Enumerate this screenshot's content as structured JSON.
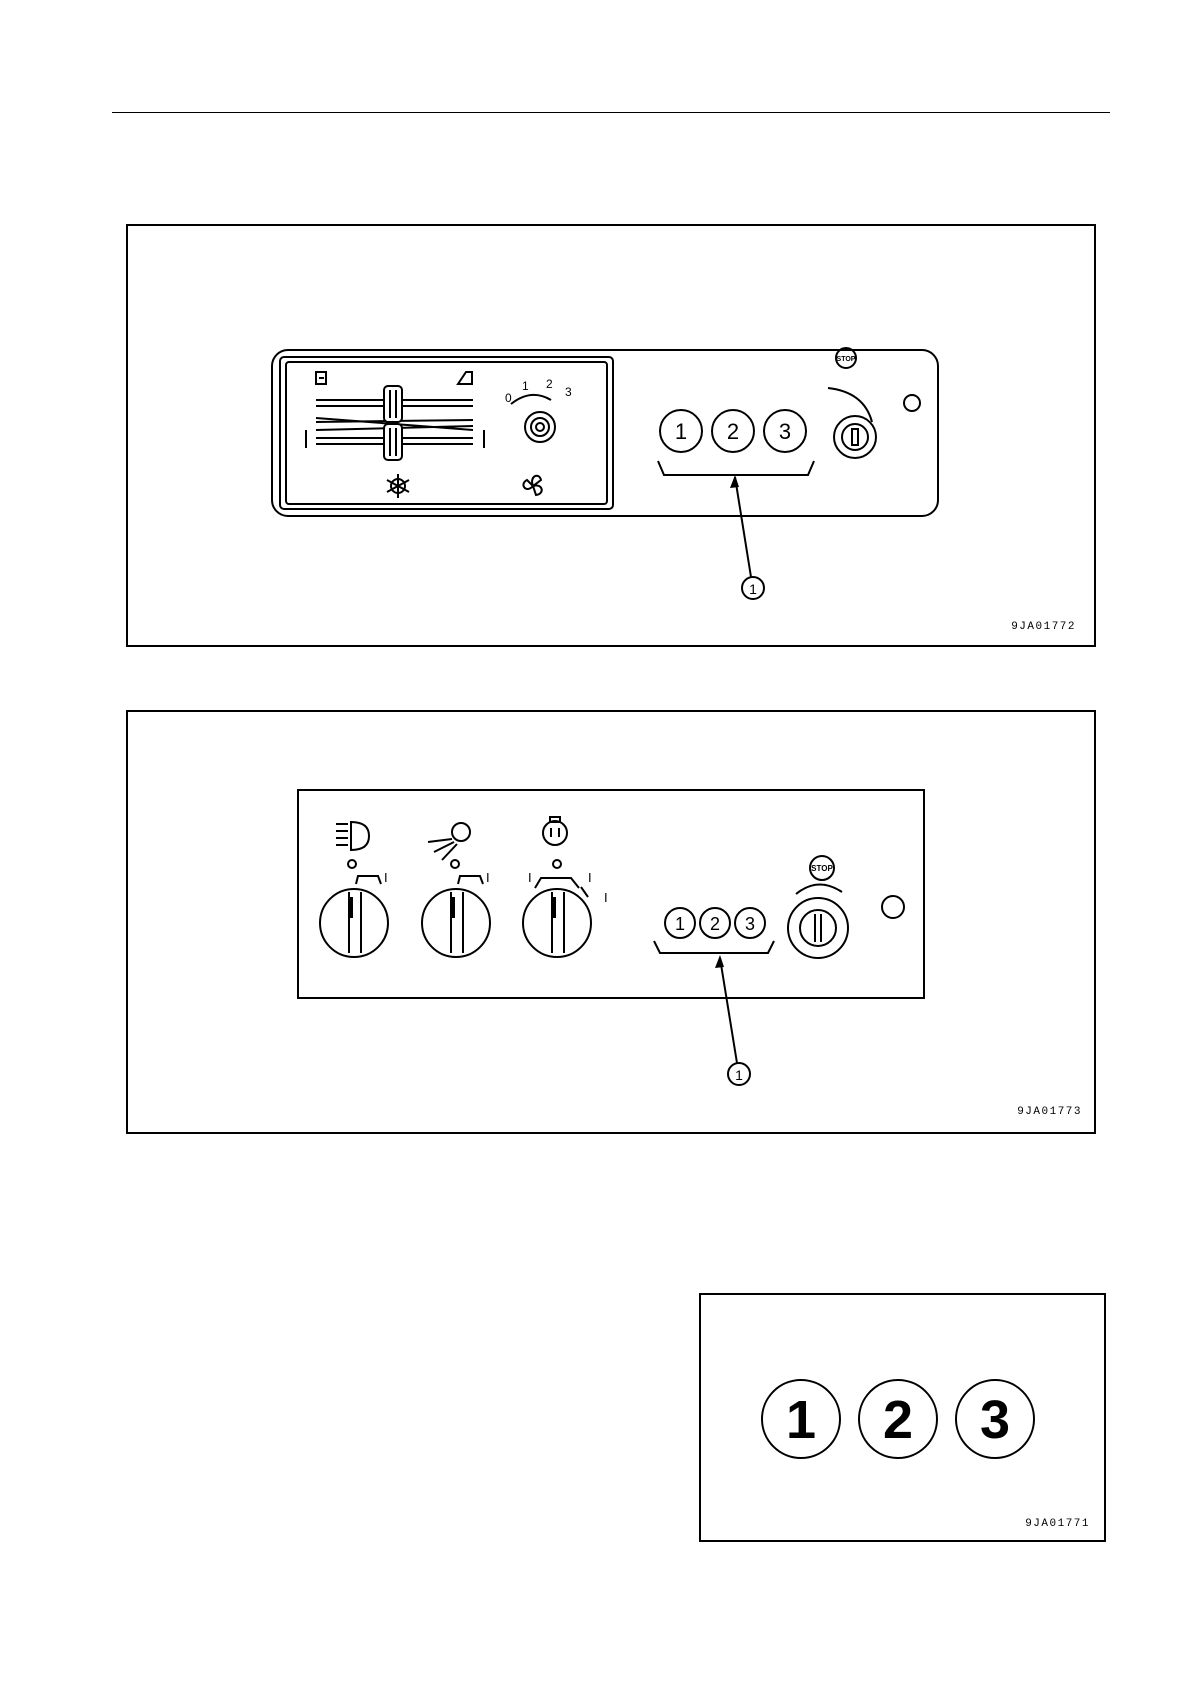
{
  "figures": [
    {
      "code": "9JA01772",
      "panel_labels": {
        "scale": [
          "0",
          "1",
          "2",
          "3"
        ],
        "buttons": [
          "1",
          "2",
          "3"
        ],
        "stop": "STOP",
        "callout": "1"
      }
    },
    {
      "code": "9JA01773",
      "panel_labels": {
        "switch_marks": [
          "O",
          "I"
        ],
        "buttons": [
          "1",
          "2",
          "3"
        ],
        "stop": "STOP",
        "callout": "1"
      }
    },
    {
      "code": "9JA01771",
      "buttons": [
        "1",
        "2",
        "3"
      ]
    }
  ]
}
